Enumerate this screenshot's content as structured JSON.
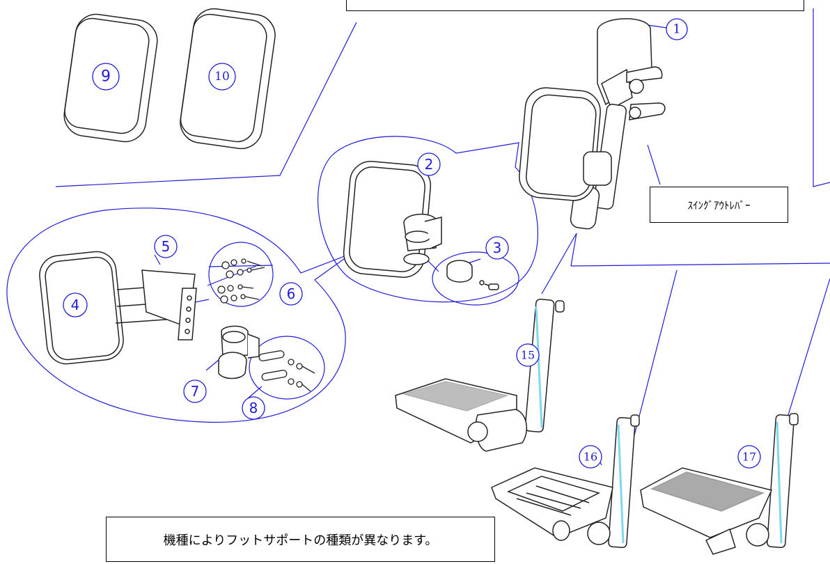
{
  "parts": [
    {
      "id": "1",
      "label": "1"
    },
    {
      "id": "2",
      "label": "2"
    },
    {
      "id": "3",
      "label": "3"
    },
    {
      "id": "4",
      "label": "4"
    },
    {
      "id": "5",
      "label": "5"
    },
    {
      "id": "6",
      "label": "6"
    },
    {
      "id": "7",
      "label": "7"
    },
    {
      "id": "8",
      "label": "8"
    },
    {
      "id": "9",
      "label": "9"
    },
    {
      "id": "10",
      "label": "10"
    },
    {
      "id": "15",
      "label": "15"
    },
    {
      "id": "16",
      "label": "16"
    },
    {
      "id": "17",
      "label": "17"
    }
  ],
  "callouts": {
    "swing_out_lever": "ｽｲﾝｸﾞｱｳﾄﾚﾊﾞｰ",
    "footsupport_note": "機種によりフットサポートの種類が異なります。"
  },
  "colors": {
    "line": "#1d1ddb",
    "outline": "#222222",
    "tube": "#7fd6f0"
  }
}
